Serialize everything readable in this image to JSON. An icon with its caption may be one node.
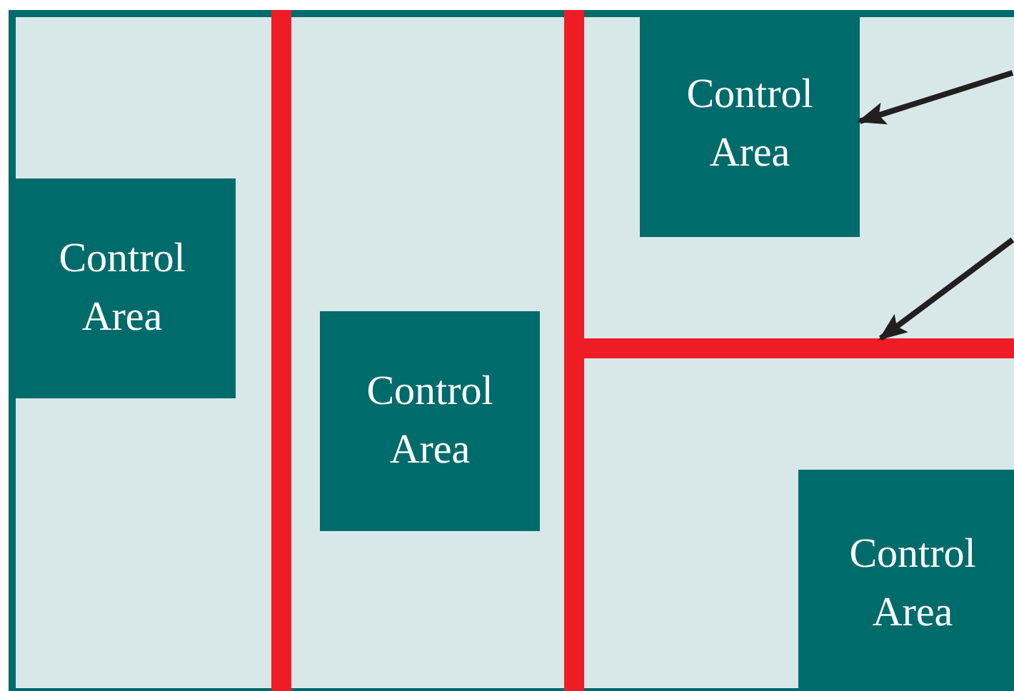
{
  "diagram": {
    "nodes": [
      {
        "text": [],
        "shape": "box"
      },
      {
        "text": [
          "Control Area"
        ],
        "in": 0
      },
      {
        "text": [],
        "shape": "bar",
        "in": 0
      },
      {
        "text": [
          "Control Area"
        ],
        "in": 0
      },
      {
        "text": [],
        "shape": "bar",
        "in": 0
      },
      {
        "text": [
          "Control Area"
        ],
        "in": 0
      },
      {
        "text": [],
        "shape": "bar",
        "in": 0
      },
      {
        "text": [
          "Control Area"
        ],
        "in": 0
      }
    ],
    "edges": [
      {
        "from": null,
        "to": 5,
        "arrow": "to"
      },
      {
        "from": null,
        "to": 6,
        "arrow": "to"
      }
    ]
  }
}
